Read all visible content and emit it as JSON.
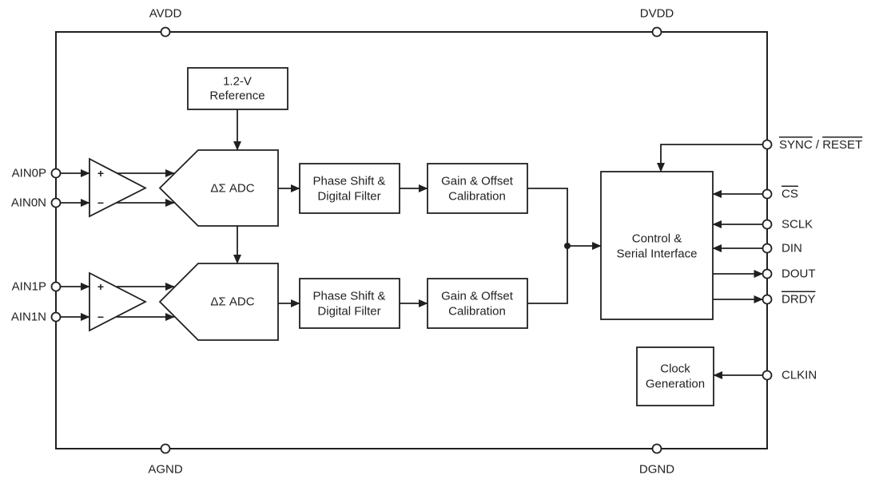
{
  "colors": {
    "ink": "#231f20",
    "background": "#ffffff"
  },
  "diagram": {
    "pins": {
      "avdd": "AVDD",
      "dvdd": "DVDD",
      "agnd": "AGND",
      "dgnd": "DGND",
      "ain0p": "AIN0P",
      "ain0n": "AIN0N",
      "ain1p": "AIN1P",
      "ain1n": "AIN1N",
      "sync": "SYNC",
      "sync_sep": " / ",
      "reset": "RESET",
      "cs": "CS",
      "sclk": "SCLK",
      "din": "DIN",
      "dout": "DOUT",
      "drdy": "DRDY",
      "clkin": "CLKIN"
    },
    "blocks": {
      "reference": {
        "line1": "1.2-V",
        "line2": "Reference"
      },
      "adc0": {
        "label": "ΔΣ ADC"
      },
      "adc1": {
        "label": "ΔΣ ADC"
      },
      "phase0": {
        "line1": "Phase Shift &",
        "line2": "Digital Filter"
      },
      "phase1": {
        "line1": "Phase Shift &",
        "line2": "Digital Filter"
      },
      "gain0": {
        "line1": "Gain & Offset",
        "line2": "Calibration"
      },
      "gain1": {
        "line1": "Gain & Offset",
        "line2": "Calibration"
      },
      "control": {
        "line1": "Control &",
        "line2": "Serial Interface"
      },
      "clock": {
        "line1": "Clock",
        "line2": "Generation"
      }
    },
    "amp0": {
      "plus": "+",
      "minus": "−"
    },
    "amp1": {
      "plus": "+",
      "minus": "−"
    }
  }
}
